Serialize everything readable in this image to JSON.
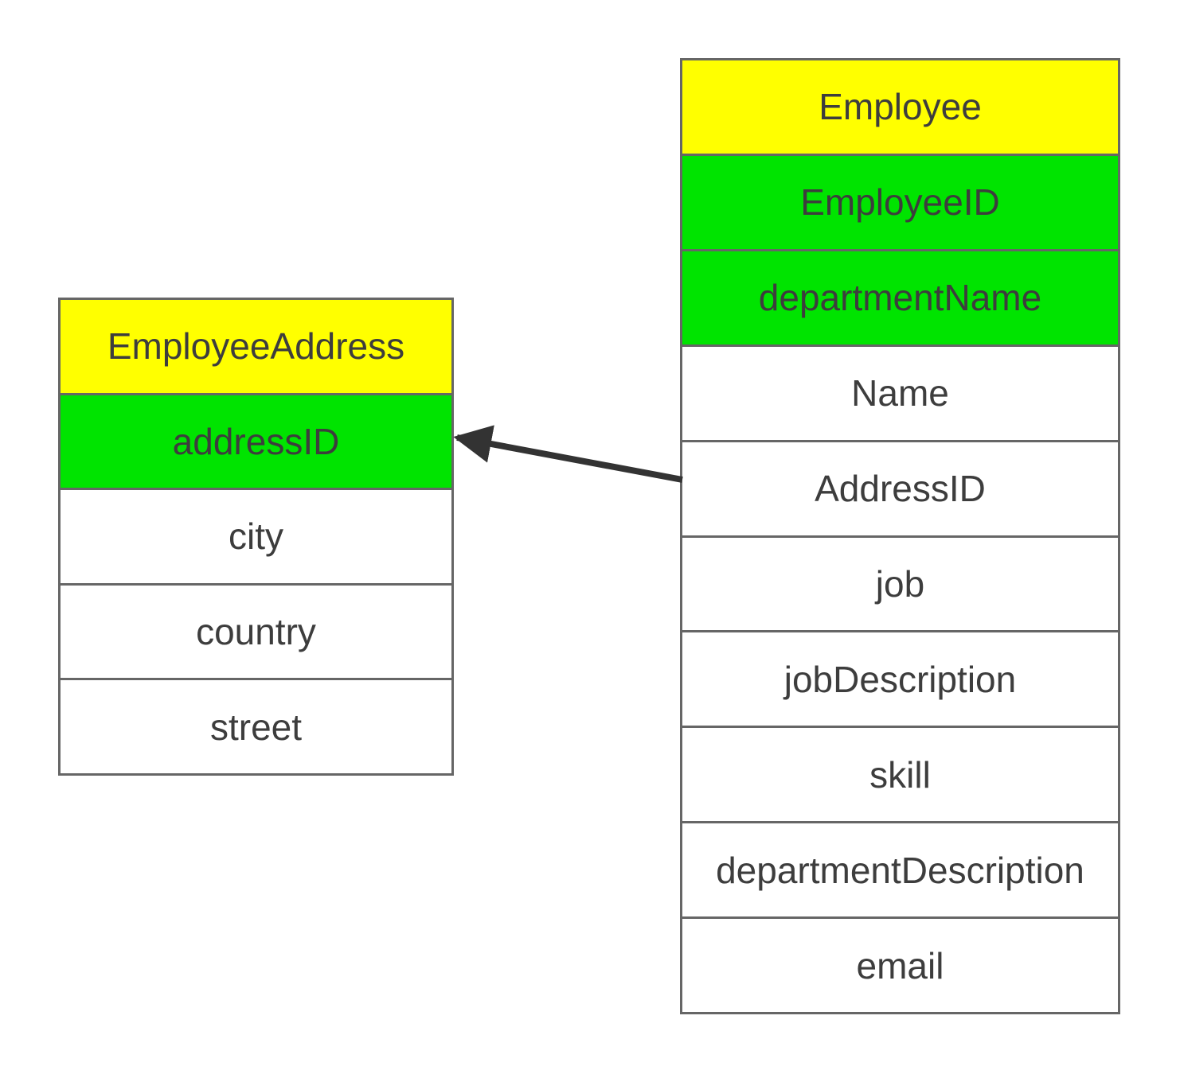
{
  "diagram": {
    "colors": {
      "canvas_bg": "#ffffff",
      "header_bg": "#ffff00",
      "key_bg": "#00e400",
      "row_bg": "#ffffff",
      "border_color": "#666666",
      "text_color": "#3d3d3d",
      "arrow_color": "#333333"
    },
    "tables": [
      {
        "id": "employee-address",
        "title": "EmployeeAddress",
        "rows": [
          {
            "label": "addressID",
            "kind": "key"
          },
          {
            "label": "city",
            "kind": "plain"
          },
          {
            "label": "country",
            "kind": "plain"
          },
          {
            "label": "street",
            "kind": "plain"
          }
        ]
      },
      {
        "id": "employee",
        "title": "Employee",
        "rows": [
          {
            "label": "EmployeeID",
            "kind": "key"
          },
          {
            "label": "departmentName",
            "kind": "key"
          },
          {
            "label": "Name",
            "kind": "plain"
          },
          {
            "label": "AddressID",
            "kind": "plain"
          },
          {
            "label": "job",
            "kind": "plain"
          },
          {
            "label": "jobDescription",
            "kind": "plain"
          },
          {
            "label": "skill",
            "kind": "plain"
          },
          {
            "label": "departmentDescription",
            "kind": "plain"
          },
          {
            "label": "email",
            "kind": "plain"
          }
        ]
      }
    ],
    "relationship": {
      "from_table": "Employee",
      "to_table": "EmployeeAddress",
      "to_row": "addressID",
      "arrow_head_at": "to"
    }
  }
}
